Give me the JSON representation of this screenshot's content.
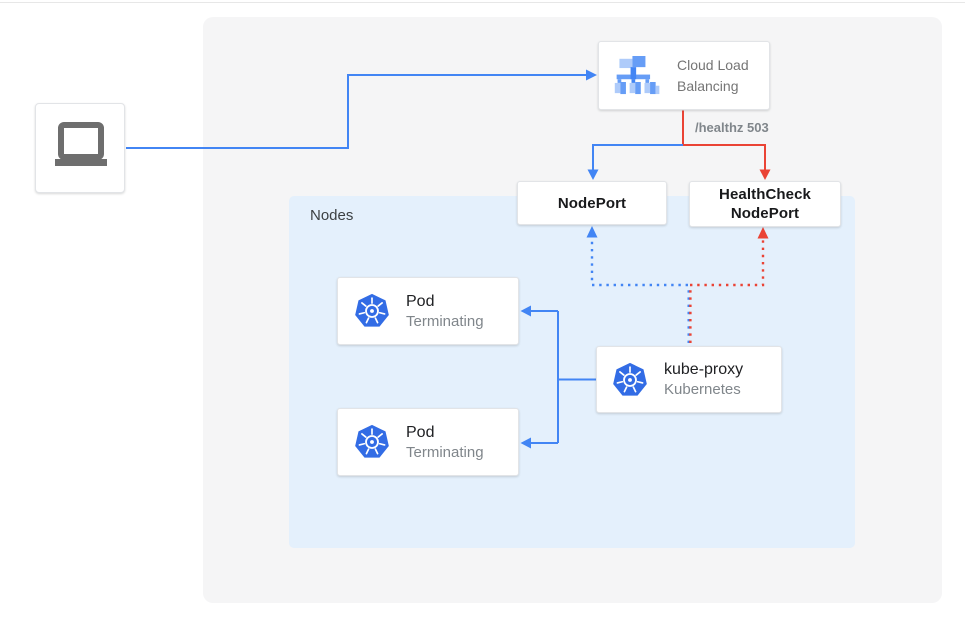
{
  "nodes_panel": {
    "label": "Nodes"
  },
  "load_balancer": {
    "line1": "Cloud Load",
    "line2": "Balancing"
  },
  "health_check_annotation": "/healthz 503",
  "node_port": {
    "label": "NodePort"
  },
  "health_check_node_port": {
    "line1": "HealthCheck",
    "line2": "NodePort"
  },
  "pods": [
    {
      "title": "Pod",
      "status": "Terminating"
    },
    {
      "title": "Pod",
      "status": "Terminating"
    }
  ],
  "kube_proxy": {
    "title": "kube-proxy",
    "subtitle": "Kubernetes"
  },
  "icons": {
    "client": "laptop-icon",
    "load_balancer": "cloud-load-balancing-icon",
    "pod": "kubernetes-icon",
    "kube_proxy": "kubernetes-icon"
  },
  "colors": {
    "traffic_blue": "#4285f4",
    "health_red": "#ea4335",
    "nodes_bg": "#e4f0fc",
    "canvas_bg": "#f5f5f6",
    "icon_blue_light": "#aecbfa",
    "icon_blue_mid": "#669df6",
    "kubernetes_blue": "#326ce5"
  }
}
